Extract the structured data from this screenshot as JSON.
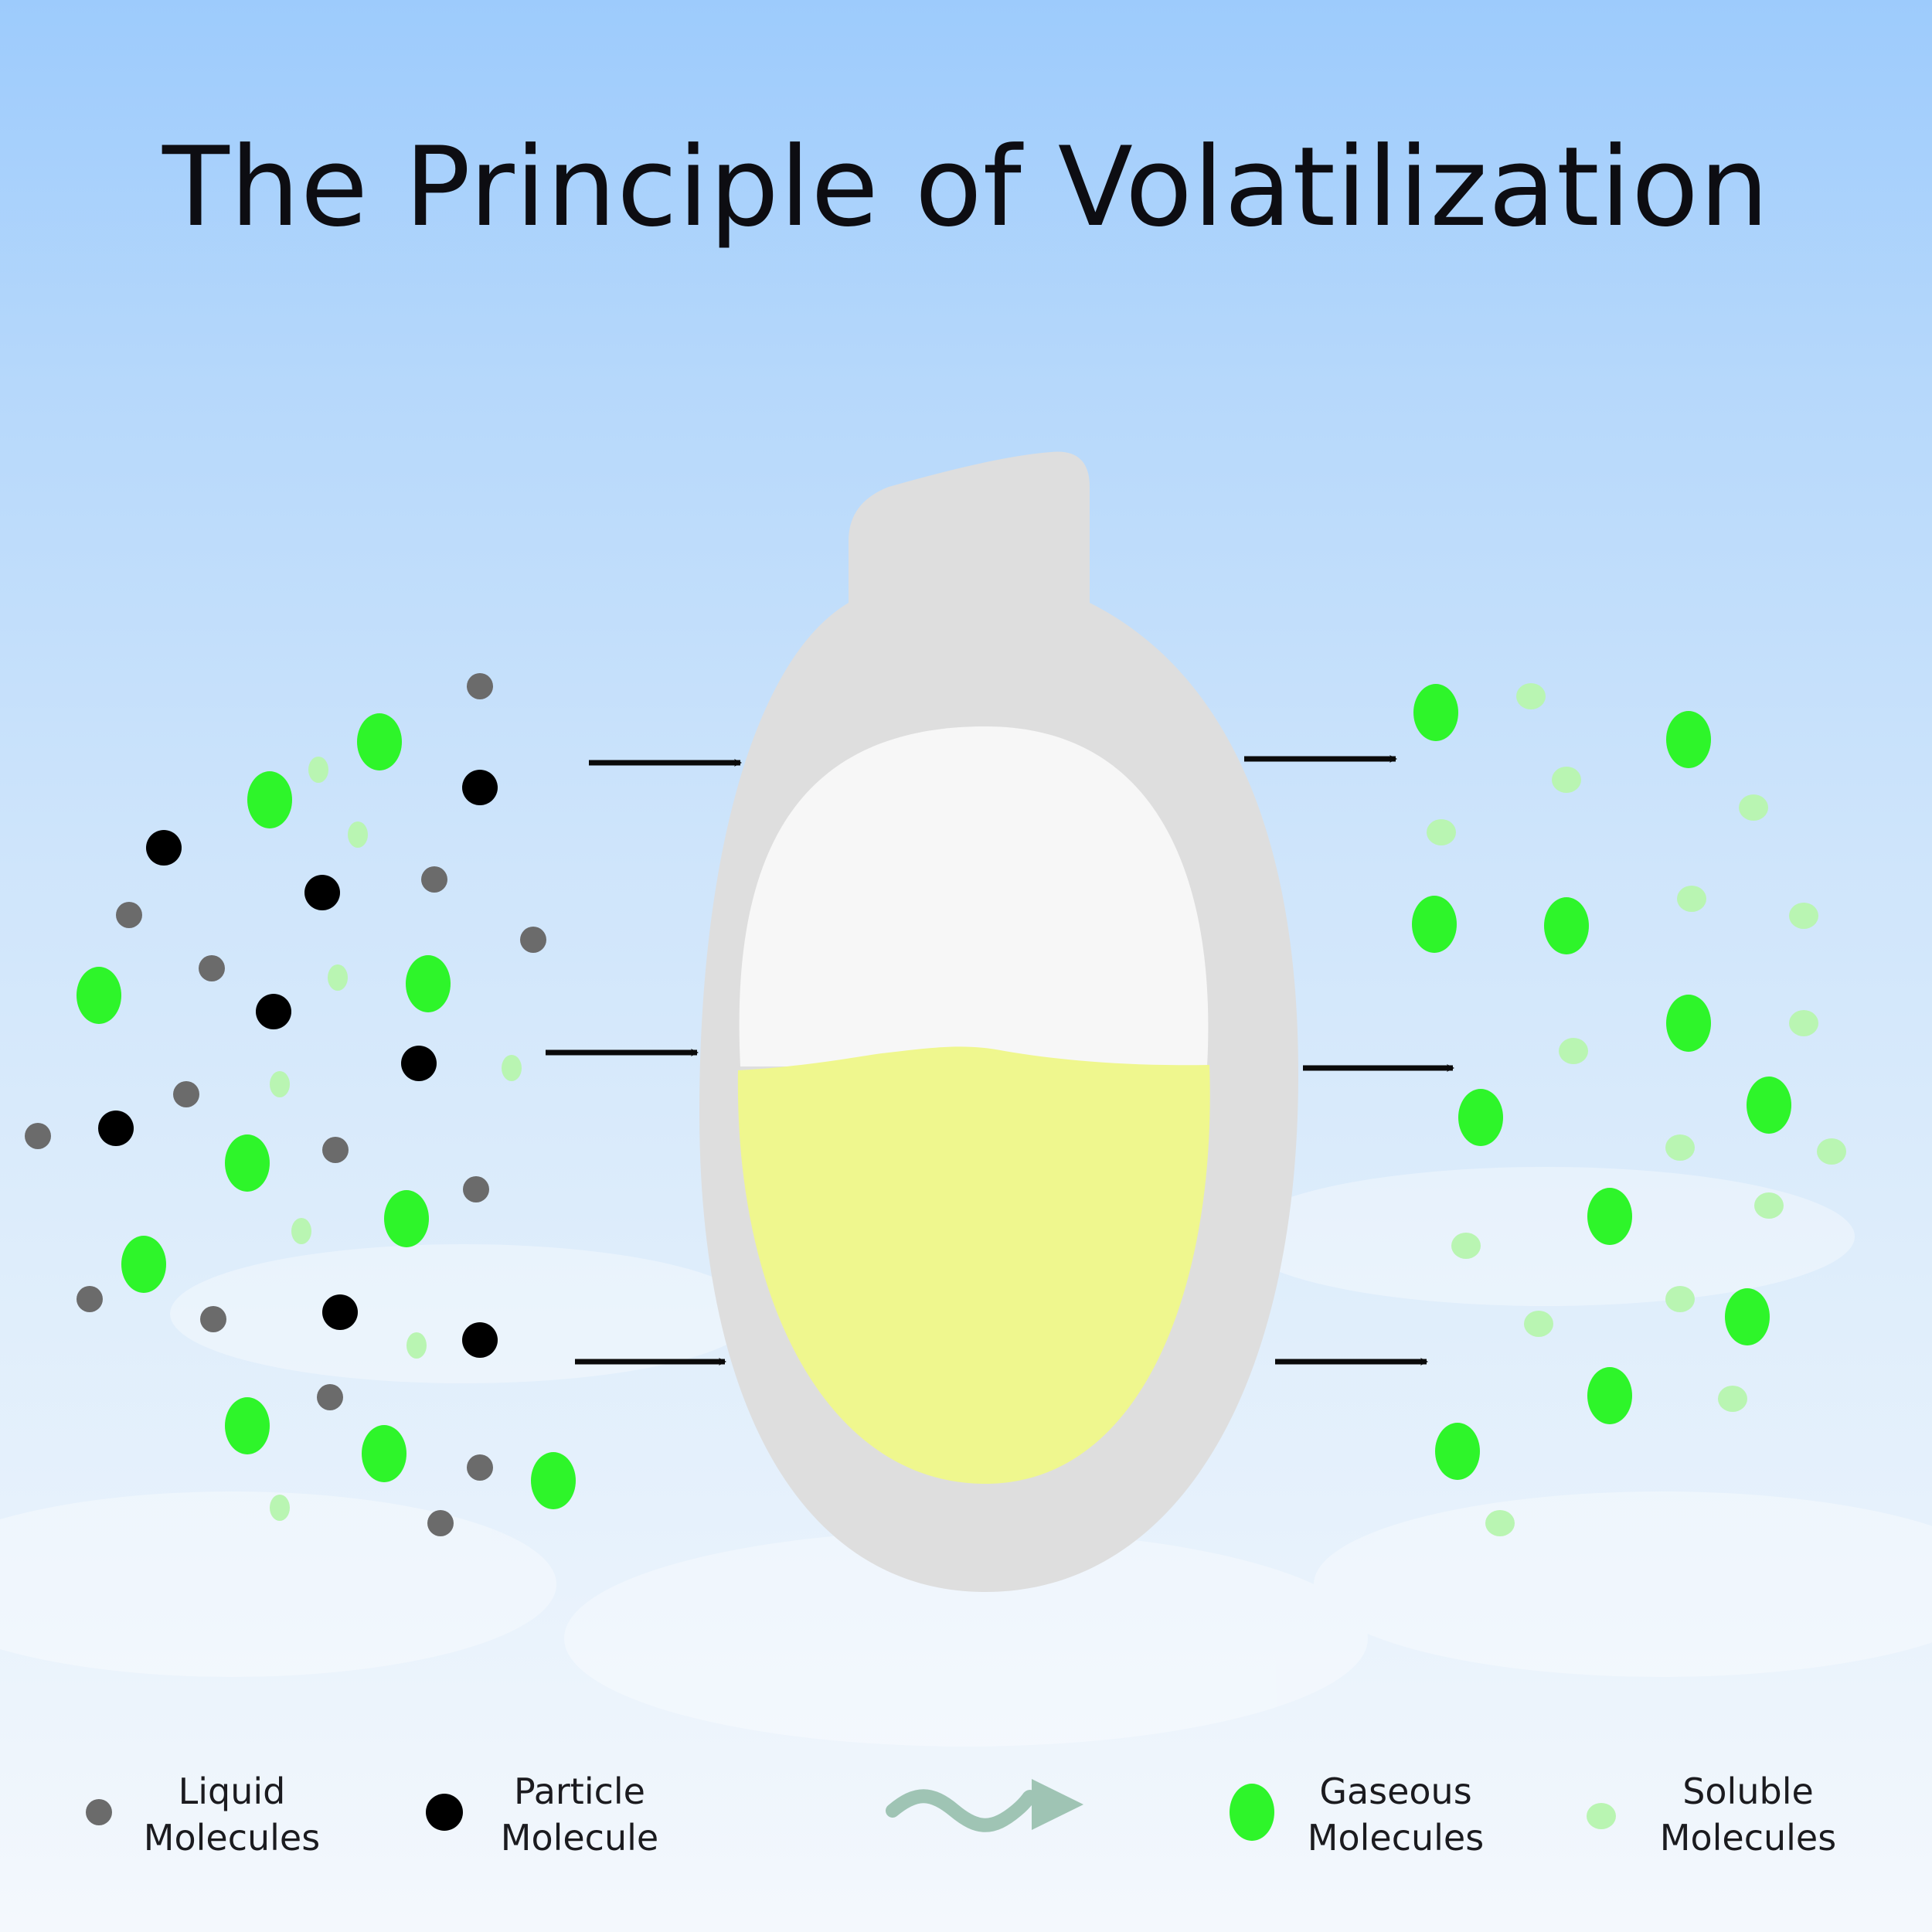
{
  "title": "The Principle of Volatilization",
  "colors": {
    "liquid": "#6b6b6b",
    "particle": "#000000",
    "gaseous": "#2ef52a",
    "soluble": "#b9f5b2",
    "liquid_fill": "#f0f78f",
    "capsule_shell": "#dcdcdc",
    "arrow": "#0a0a0a",
    "flow_arrow": "#9fc4b4"
  },
  "legend": [
    {
      "kind": "liquid",
      "icon": "grey-dot-icon",
      "line1": "Liquid",
      "line2": "Molecules"
    },
    {
      "kind": "particle",
      "icon": "black-dot-icon",
      "line1": "Particle",
      "line2": "Molecule"
    },
    {
      "kind": "flow",
      "icon": "wavy-arrow-icon"
    },
    {
      "kind": "gaseous",
      "icon": "green-dot-icon",
      "line1": "Gaseous",
      "line2": "Molecules"
    },
    {
      "kind": "soluble",
      "icon": "pale-green-dot-icon",
      "line1": "Soluble",
      "line2": "Molecules"
    }
  ]
}
